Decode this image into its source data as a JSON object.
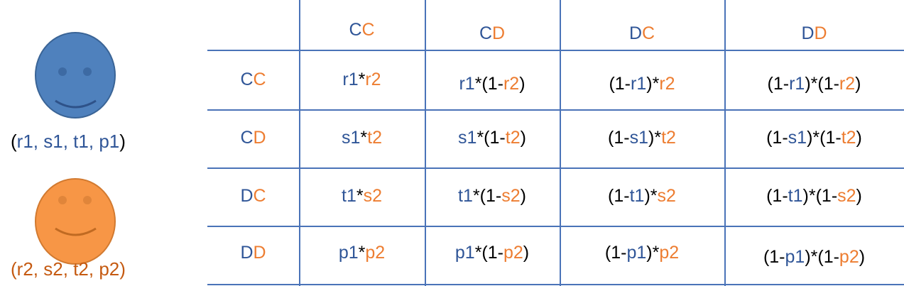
{
  "player1": {
    "face_color": "#4f81bd",
    "params": [
      {
        "t": "(",
        "c": "black"
      },
      {
        "t": "r1",
        "c": "blue"
      },
      {
        "t": ", ",
        "c": "blue"
      },
      {
        "t": "s1",
        "c": "blue"
      },
      {
        "t": ", ",
        "c": "blue"
      },
      {
        "t": "t1",
        "c": "blue"
      },
      {
        "t": ", ",
        "c": "blue"
      },
      {
        "t": "p1",
        "c": "blue"
      },
      {
        "t": ")",
        "c": "black"
      }
    ]
  },
  "player2": {
    "face_color": "#f79646",
    "params": [
      {
        "t": "(",
        "c": "darkorange"
      },
      {
        "t": "r2",
        "c": "darkorange"
      },
      {
        "t": ", ",
        "c": "darkorange"
      },
      {
        "t": "s2",
        "c": "darkorange"
      },
      {
        "t": ", ",
        "c": "darkorange"
      },
      {
        "t": "t2",
        "c": "darkorange"
      },
      {
        "t": ", ",
        "c": "darkorange"
      },
      {
        "t": "p2",
        "c": "darkorange"
      },
      {
        "t": ")",
        "c": "darkorange"
      }
    ]
  },
  "colors": {
    "blue": "#2f5597",
    "orange": "#ed7d31",
    "line": "#4a73b8"
  },
  "columns": [
    [
      {
        "t": "C",
        "c": "blue"
      },
      {
        "t": "C",
        "c": "orange"
      }
    ],
    [
      {
        "t": "C",
        "c": "blue"
      },
      {
        "t": "D",
        "c": "orange"
      }
    ],
    [
      {
        "t": "D",
        "c": "blue"
      },
      {
        "t": "C",
        "c": "orange"
      }
    ],
    [
      {
        "t": "D",
        "c": "blue"
      },
      {
        "t": "D",
        "c": "orange"
      }
    ]
  ],
  "rows": [
    {
      "label": [
        {
          "t": "C",
          "c": "blue"
        },
        {
          "t": "C",
          "c": "orange"
        }
      ],
      "cells": [
        [
          {
            "t": "r1",
            "c": "blue"
          },
          {
            "t": "*",
            "c": "black"
          },
          {
            "t": "r2",
            "c": "orange"
          }
        ],
        [
          {
            "t": "r1",
            "c": "blue"
          },
          {
            "t": "*(1-",
            "c": "black"
          },
          {
            "t": "r2",
            "c": "orange"
          },
          {
            "t": ")",
            "c": "black"
          }
        ],
        [
          {
            "t": "(1-",
            "c": "black"
          },
          {
            "t": "r1",
            "c": "blue"
          },
          {
            "t": ")*",
            "c": "black"
          },
          {
            "t": "r2",
            "c": "orange"
          }
        ],
        [
          {
            "t": "(1-",
            "c": "black"
          },
          {
            "t": "r1",
            "c": "blue"
          },
          {
            "t": ")*(1-",
            "c": "black"
          },
          {
            "t": "r2",
            "c": "orange"
          },
          {
            "t": ")",
            "c": "black"
          }
        ]
      ]
    },
    {
      "label": [
        {
          "t": "C",
          "c": "blue"
        },
        {
          "t": "D",
          "c": "orange"
        }
      ],
      "cells": [
        [
          {
            "t": "s1",
            "c": "blue"
          },
          {
            "t": "*",
            "c": "black"
          },
          {
            "t": "t2",
            "c": "orange"
          }
        ],
        [
          {
            "t": "s1",
            "c": "blue"
          },
          {
            "t": "*(1-",
            "c": "black"
          },
          {
            "t": "t2",
            "c": "orange"
          },
          {
            "t": ")",
            "c": "black"
          }
        ],
        [
          {
            "t": "(1-",
            "c": "black"
          },
          {
            "t": "s1",
            "c": "blue"
          },
          {
            "t": ")*",
            "c": "black"
          },
          {
            "t": "t2",
            "c": "orange"
          }
        ],
        [
          {
            "t": "(1-",
            "c": "black"
          },
          {
            "t": "s1",
            "c": "blue"
          },
          {
            "t": ")*(1-",
            "c": "black"
          },
          {
            "t": "t2",
            "c": "orange"
          },
          {
            "t": ")",
            "c": "black"
          }
        ]
      ]
    },
    {
      "label": [
        {
          "t": "D",
          "c": "blue"
        },
        {
          "t": "C",
          "c": "orange"
        }
      ],
      "cells": [
        [
          {
            "t": "t1",
            "c": "blue"
          },
          {
            "t": "*",
            "c": "black"
          },
          {
            "t": "s2",
            "c": "orange"
          }
        ],
        [
          {
            "t": "t1",
            "c": "blue"
          },
          {
            "t": "*(1-",
            "c": "black"
          },
          {
            "t": "s2",
            "c": "orange"
          },
          {
            "t": ")",
            "c": "black"
          }
        ],
        [
          {
            "t": "(1-",
            "c": "black"
          },
          {
            "t": "t1",
            "c": "blue"
          },
          {
            "t": ")*",
            "c": "black"
          },
          {
            "t": "s2",
            "c": "orange"
          }
        ],
        [
          {
            "t": "(1-",
            "c": "black"
          },
          {
            "t": "t1",
            "c": "blue"
          },
          {
            "t": ")*(1-",
            "c": "black"
          },
          {
            "t": "s2",
            "c": "orange"
          },
          {
            "t": ")",
            "c": "black"
          }
        ]
      ]
    },
    {
      "label": [
        {
          "t": "D",
          "c": "blue"
        },
        {
          "t": "D",
          "c": "orange"
        }
      ],
      "cells": [
        [
          {
            "t": "p1",
            "c": "blue"
          },
          {
            "t": "*",
            "c": "black"
          },
          {
            "t": "p2",
            "c": "orange"
          }
        ],
        [
          {
            "t": "p1",
            "c": "blue"
          },
          {
            "t": "*(1-",
            "c": "black"
          },
          {
            "t": "p2",
            "c": "orange"
          },
          {
            "t": ")",
            "c": "black"
          }
        ],
        [
          {
            "t": "(1-",
            "c": "black"
          },
          {
            "t": "p1",
            "c": "blue"
          },
          {
            "t": ")*",
            "c": "black"
          },
          {
            "t": "p2",
            "c": "orange"
          }
        ],
        [
          {
            "t": "(1-",
            "c": "black"
          },
          {
            "t": "p1",
            "c": "blue"
          },
          {
            "t": ")*(1-",
            "c": "black"
          },
          {
            "t": "p2",
            "c": "orange"
          },
          {
            "t": ")",
            "c": "black"
          }
        ]
      ]
    }
  ]
}
